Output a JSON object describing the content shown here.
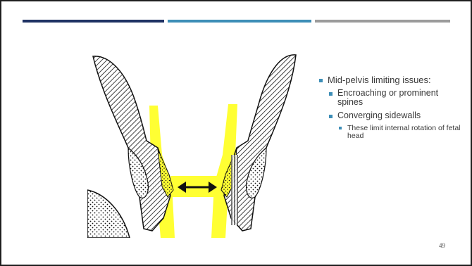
{
  "slide": {
    "accent_colors": {
      "bar_dark_navy": "#1f3264",
      "bar_teal": "#3d8eb7",
      "bar_gray": "#9b9b9b",
      "highlight_yellow": "#ffff33",
      "bullet_color": "#3d8eb7"
    },
    "figure": {
      "icon": "pelvis-midplane-diagram",
      "arrow_icon": "double-headed-arrow-icon"
    },
    "bullets": [
      {
        "level": 1,
        "text": "Mid-pelvis limiting issues:"
      },
      {
        "level": 2,
        "text": "Encroaching or prominent spines"
      },
      {
        "level": 2,
        "text": "Converging sidewalls"
      },
      {
        "level": 3,
        "text": "These limit internal rotation of fetal head"
      }
    ],
    "page_number": "49"
  }
}
